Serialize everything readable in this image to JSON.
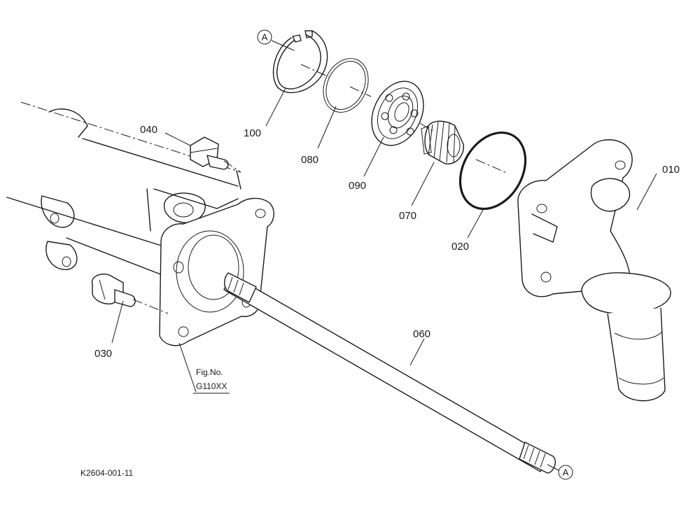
{
  "parts": [
    {
      "id": "p100",
      "label": "100"
    },
    {
      "id": "p080",
      "label": "080"
    },
    {
      "id": "p090",
      "label": "090"
    },
    {
      "id": "p070",
      "label": "070"
    },
    {
      "id": "p020",
      "label": "020"
    },
    {
      "id": "p010",
      "label": "010"
    },
    {
      "id": "p040",
      "label": "040"
    },
    {
      "id": "p030",
      "label": "030"
    },
    {
      "id": "p060",
      "label": "060"
    }
  ],
  "callouts": {
    "top": "A",
    "bottom": "A"
  },
  "fig_ref": {
    "line1": "Fig.No.",
    "line2": "G110XX"
  },
  "drawing_code": "K2604-001-11",
  "colors": {
    "ink": "#1a1a1a",
    "background": "#ffffff"
  }
}
